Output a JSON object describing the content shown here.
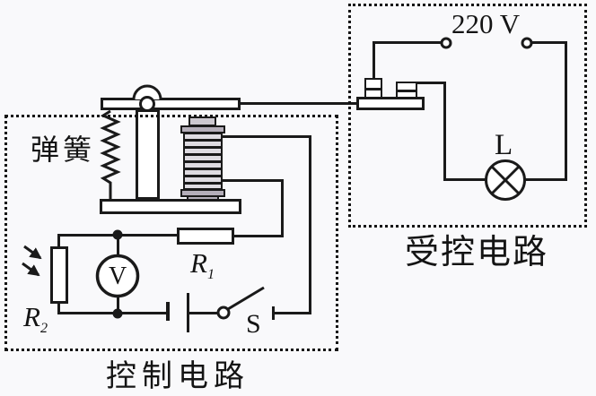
{
  "colors": {
    "ink": "#1a1a1a",
    "background": "#f9f9fb",
    "coil_flange_fill": "#b4aeb9",
    "coil_ring_fill": "#dfdce2",
    "core_stub_fill": "#ccc8cf"
  },
  "control_circuit": {
    "box_label": "控制电路",
    "spring_label": "弹簧",
    "photoresistor_label": {
      "base": "R",
      "sub": "2"
    },
    "series_resistor_label": {
      "base": "R",
      "sub": "1"
    },
    "voltmeter_label": "V",
    "switch_label": "S"
  },
  "controlled_circuit": {
    "box_label": "受控电路",
    "supply_voltage": "220 V",
    "lamp_label": "L"
  }
}
